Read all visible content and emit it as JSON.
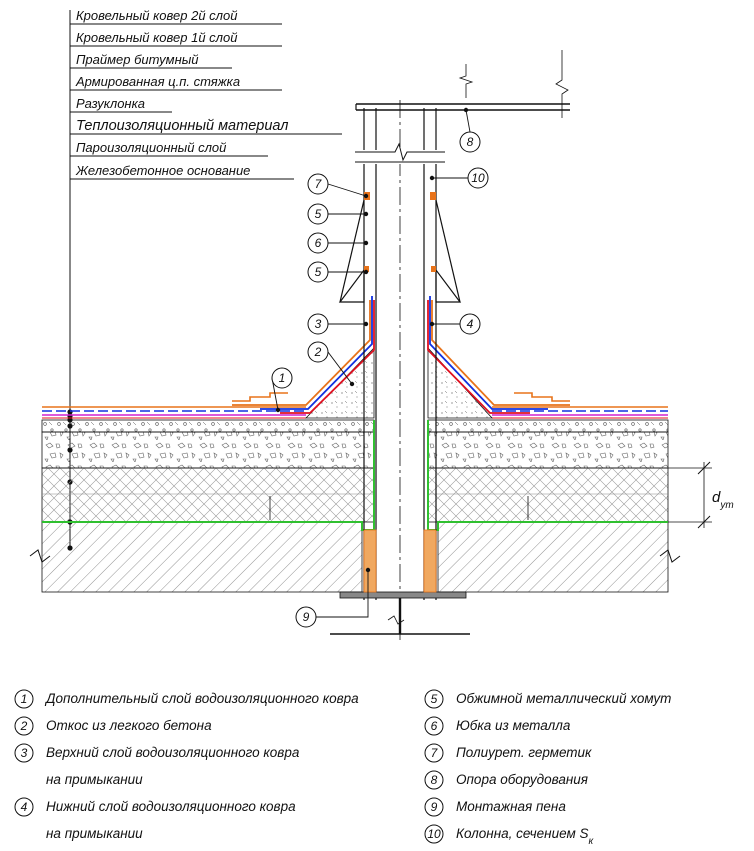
{
  "layers": [
    "Кровельный ковер 2й слой",
    "Кровельный ковер 1й слой",
    "Праймер битумный",
    "Армированная ц.п. стяжка",
    "Разуклонка",
    "Теплоизоляционный материал",
    "Пароизоляционный слой",
    "Железобетонное основание"
  ],
  "callouts": [
    "7",
    "5",
    "6",
    "5",
    "3",
    "2",
    "1",
    "4",
    "8",
    "10",
    "9"
  ],
  "dimension": {
    "main": "d",
    "sub": "ут"
  },
  "legend_left": [
    {
      "num": "1",
      "lines": [
        "Дополнительный слой водоизоляционного ковра"
      ]
    },
    {
      "num": "2",
      "lines": [
        "Откос из легкого бетона"
      ]
    },
    {
      "num": "3",
      "lines": [
        "Верхний слой водоизоляционного ковра",
        "на примыкании"
      ]
    },
    {
      "num": "4",
      "lines": [
        "Нижний слой водоизоляционного ковра",
        "на примыкании"
      ]
    }
  ],
  "legend_right": [
    {
      "num": "5",
      "lines": [
        "Обжимной металлический хомут"
      ]
    },
    {
      "num": "6",
      "lines": [
        "Юбка из металла"
      ]
    },
    {
      "num": "7",
      "lines": [
        "Полиурет. герметик"
      ]
    },
    {
      "num": "8",
      "lines": [
        "Опора оборудования"
      ]
    },
    {
      "num": "9",
      "lines": [
        "Монтажная пена"
      ]
    },
    {
      "num": "10",
      "lines": [
        "Колонна, сечением S"
      ],
      "sub": "к"
    }
  ],
  "colors": {
    "line": "#111111",
    "orange": "#e8731a",
    "blue": "#1030e0",
    "red": "#e01020",
    "magenta": "#d020d0",
    "green": "#30c030",
    "foam": "#f0a860"
  }
}
